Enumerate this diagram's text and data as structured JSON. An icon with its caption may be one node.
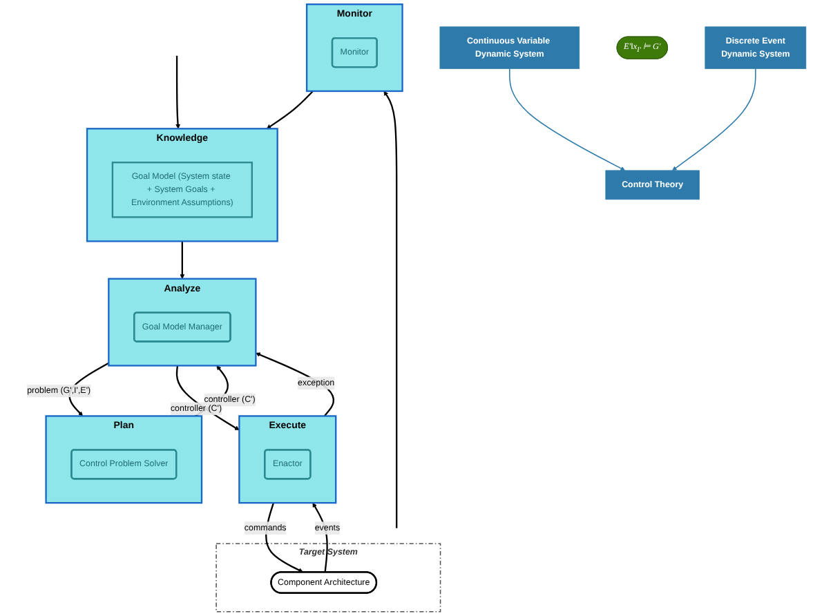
{
  "diagram": {
    "nodes": [
      {
        "text": [
          "Control Theory"
        ]
      },
      {
        "text": [
          "Continuous Variable Dynamic System"
        ]
      },
      {
        "text": [
          "Discrete Event",
          "Dynamic System"
        ]
      },
      {
        "text": [
          "Plan"
        ]
      },
      {
        "text": [
          "Control Problem Solver"
        ],
        "in": 3
      },
      {
        "text": [
          "Analyze"
        ]
      },
      {
        "text": [
          "Goal Model Manager"
        ],
        "in": 5
      },
      {
        "text": [
          "Knowledge"
        ]
      },
      {
        "text": [
          "Goal Model (System state + System Goals + Environment Assumptions)"
        ],
        "in": 7
      },
      {
        "text": [
          "E′‖x$_{I′}$ ⊨ G′"
        ]
      },
      {
        "text": [
          "Execute"
        ]
      },
      {
        "text": [
          "Enactor"
        ],
        "in": 10
      },
      {
        "text": [
          "Monitor"
        ]
      },
      {
        "text": [
          "Monitor"
        ],
        "in": 12
      },
      {
        "text": [
          "Target System"
        ]
      },
      {
        "text": [
          "Component Architecture"
        ],
        "in": 14
      }
    ],
    "edges": [
      {
        "from": 1,
        "to": 0,
        "arrow": "to",
        "color": "#2e7bab"
      },
      {
        "from": 2,
        "to": 0,
        "arrow": "to",
        "color": "#2e7bab"
      },
      {
        "from": 3,
        "to": 5,
        "arrow": "to",
        "label": "controller (C')"
      },
      {
        "from": 5,
        "to": 3,
        "arrow": "to",
        "label": "problem (G',I',E')"
      },
      {
        "from": 7,
        "to": 5,
        "arrow": "to"
      },
      {
        "from": 5,
        "to": 10,
        "arrow": "to",
        "label": "controller (C')"
      },
      {
        "from": 10,
        "to": 5,
        "arrow": "to",
        "label": "exception"
      },
      {
        "from": 10,
        "to": 15,
        "arrow": "to",
        "label": "commands"
      },
      {
        "from": 15,
        "to": 10,
        "arrow": "to",
        "label": "events"
      },
      {
        "from": 14,
        "to": 12,
        "arrow": "to"
      },
      {
        "from": 12,
        "to": 7,
        "arrow": "to"
      },
      {
        "from": null,
        "to": 7,
        "arrow": "to"
      }
    ]
  }
}
